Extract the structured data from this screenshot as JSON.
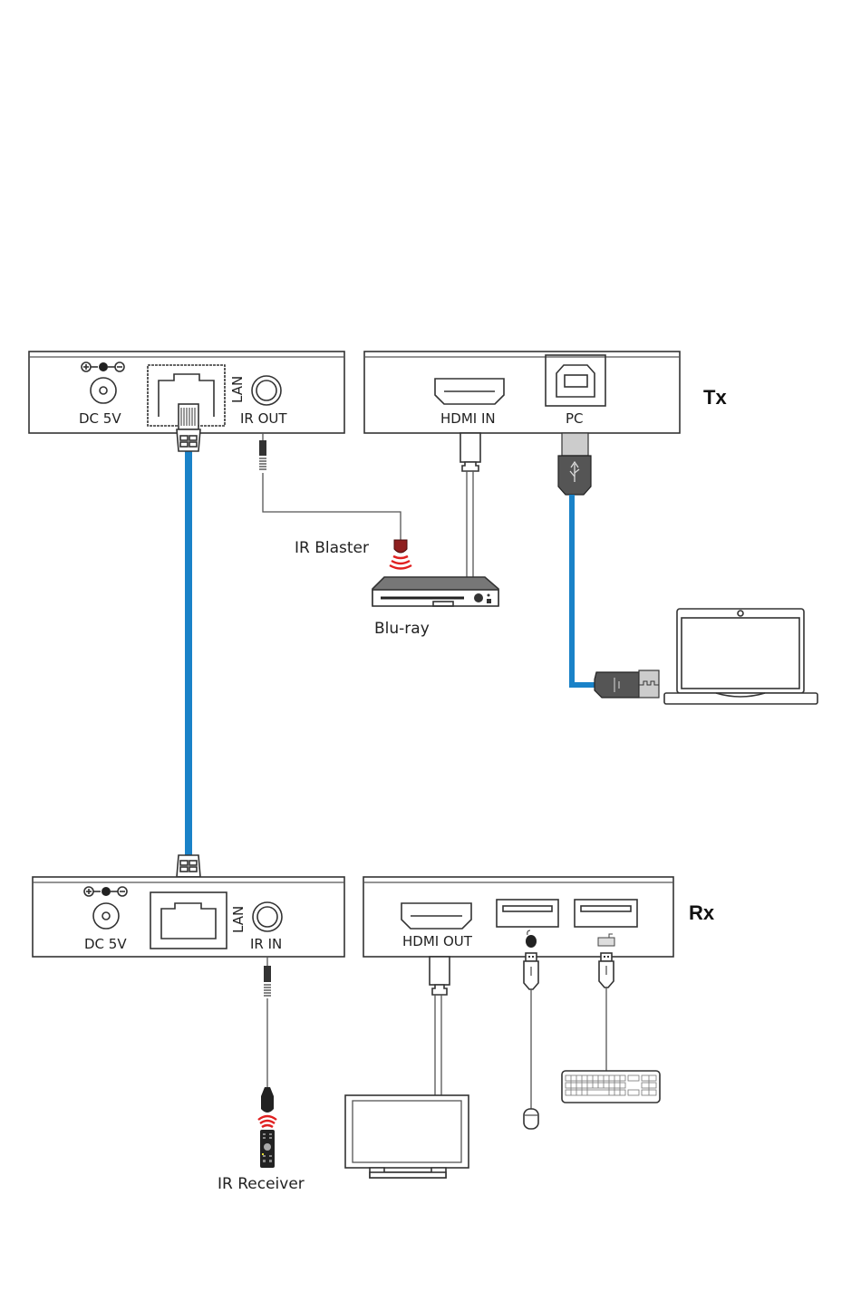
{
  "diagram": {
    "type": "connection-diagram",
    "colors": {
      "network_cable": "#1a82c8",
      "ir_accent": "#e02020",
      "ir_blaster_body": "#8e1f1f",
      "outline": "#333333",
      "usb_plug_dark": "#4a4a4a"
    },
    "tx": {
      "title": "Tx",
      "left_panel": {
        "power_symbol": "⊕-●-⊖",
        "power_label": "DC 5V",
        "lan_label": "LAN",
        "ir_label": "IR OUT"
      },
      "right_panel": {
        "hdmi_label": "HDMI IN",
        "usb_label": "PC"
      }
    },
    "rx": {
      "title": "Rx",
      "left_panel": {
        "power_symbol": "⊕-●-⊖",
        "power_label": "DC 5V",
        "lan_label": "LAN",
        "ir_label": "IR IN"
      },
      "right_panel": {
        "hdmi_label": "HDMI OUT",
        "usb1_icon": "mouse-icon",
        "usb2_icon": "keyboard-icon"
      }
    },
    "devices": {
      "ir_blaster": "IR Blaster",
      "bluray": "Blu-ray",
      "laptop": "",
      "ir_receiver": "IR Receiver",
      "monitor": "",
      "mouse": "",
      "keyboard": ""
    }
  }
}
